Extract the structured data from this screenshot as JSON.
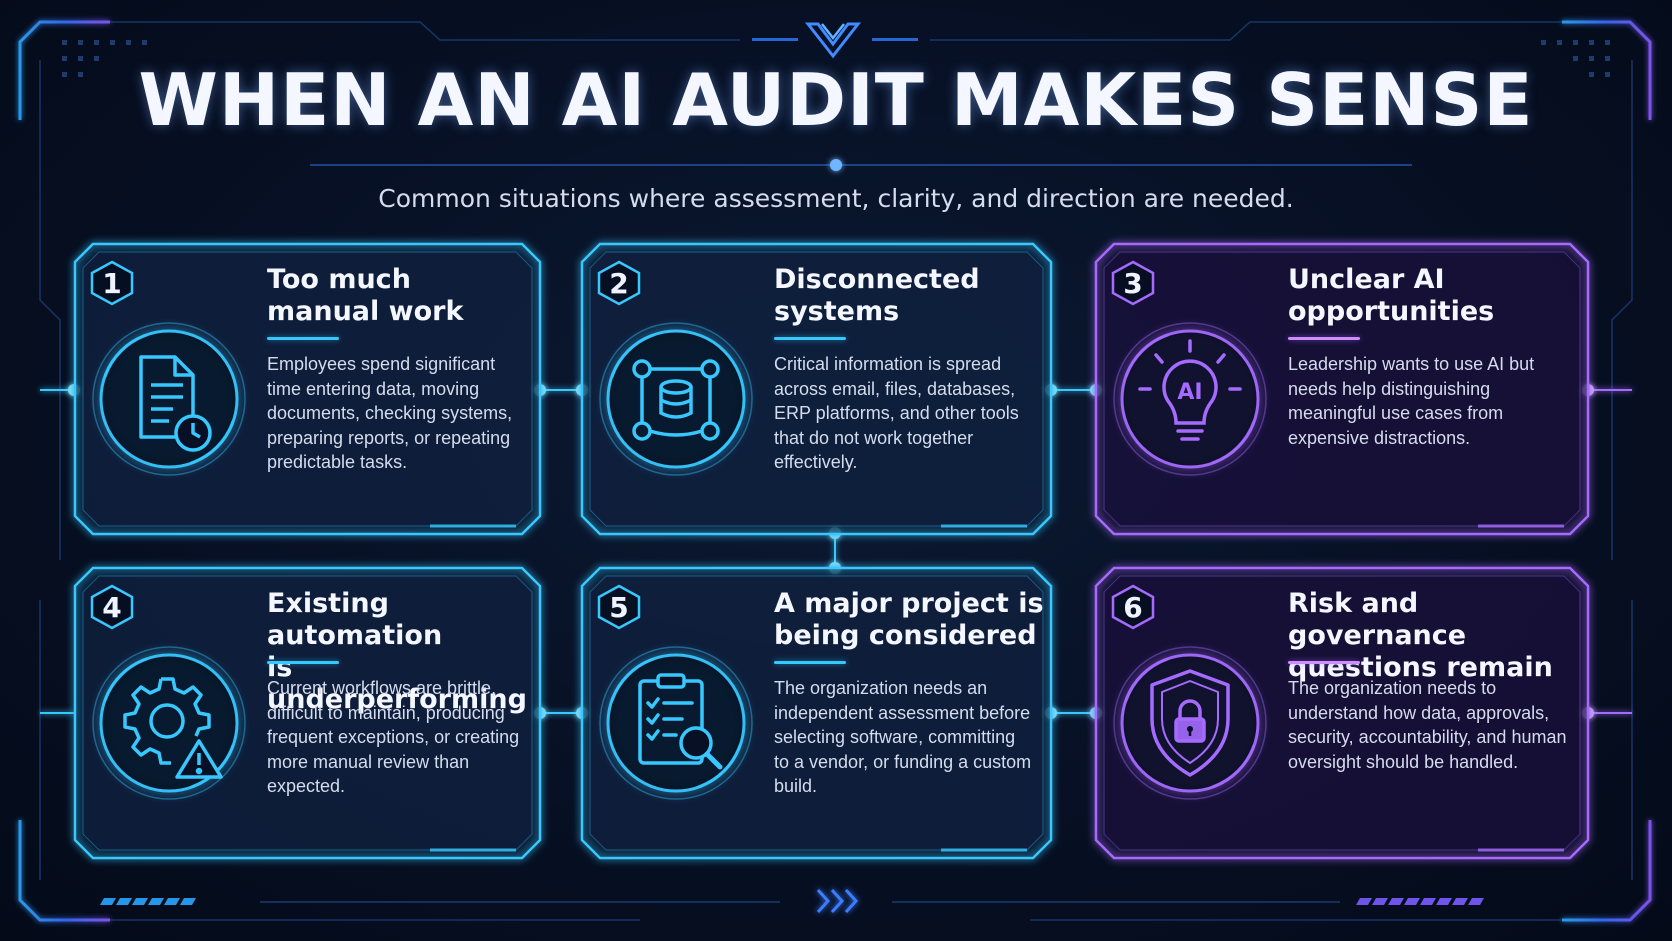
{
  "header": {
    "title": "WHEN AN AI AUDIT MAKES SENSE",
    "subtitle": "Common situations where assessment, clarity, and direction are needed."
  },
  "accent_colors": {
    "cyan": "#37c8ff",
    "blue": "#2f7dff",
    "purple": "#a56bff"
  },
  "cards": [
    {
      "number": "1",
      "title": "Too much\nmanual work",
      "icon": "document-clock-icon",
      "description": "Employees spend significant time entering data, moving documents, checking systems, preparing reports, or repeating predictable tasks."
    },
    {
      "number": "2",
      "title": "Disconnected\nsystems",
      "icon": "connected-database-icon",
      "description": "Critical information is spread across email, files, databases, ERP platforms, and other tools that do not work together effectively."
    },
    {
      "number": "3",
      "title": "Unclear AI\nopportunities",
      "icon": "ai-lightbulb-icon",
      "icon_text": "AI",
      "description": "Leadership wants to use AI but needs help distinguishing meaningful use cases from expensive distractions."
    },
    {
      "number": "4",
      "title": "Existing automation\nis underperforming",
      "icon": "gear-warning-icon",
      "description": "Current workflows are brittle, difficult to maintain, producing frequent exceptions, or creating more manual review than expected."
    },
    {
      "number": "5",
      "title": "A major project is\nbeing considered",
      "icon": "clipboard-search-icon",
      "description": "The organization needs an independent assessment before selecting software, committing to a vendor, or funding a custom build."
    },
    {
      "number": "6",
      "title": "Risk and governance\nquestions remain",
      "icon": "shield-lock-icon",
      "description": "The organization needs to understand how data, approvals, security, accountability, and human oversight should be handled."
    }
  ]
}
